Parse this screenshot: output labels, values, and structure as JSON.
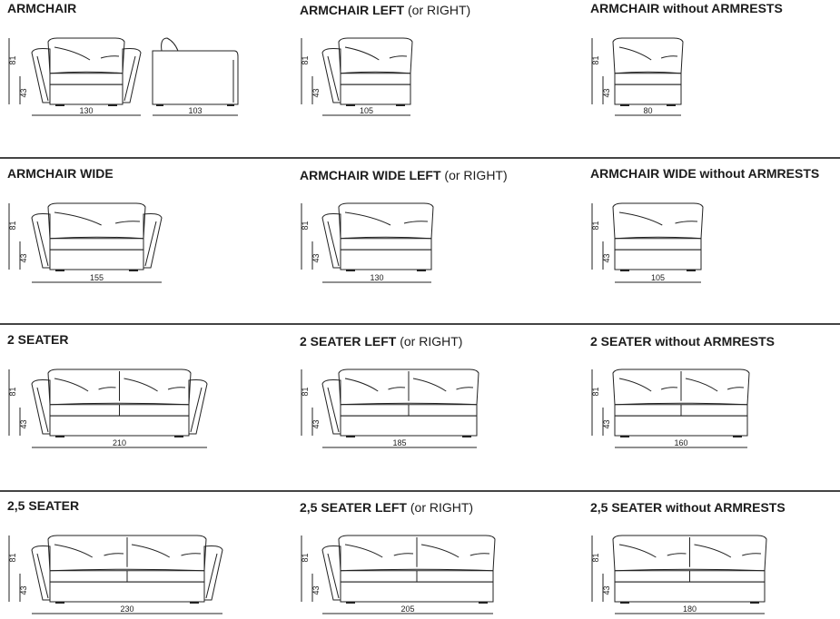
{
  "sections": [
    {
      "items": [
        {
          "title_bold": "ARMCHAIR",
          "title_extra": "",
          "height": "81",
          "seat": "43",
          "width": "130",
          "depth": "103"
        },
        {
          "title_bold": "ARMCHAIR LEFT",
          "title_extra": " (or RIGHT)",
          "height": "81",
          "seat": "43",
          "width": "105"
        },
        {
          "title_bold": "ARMCHAIR without ARMRESTS",
          "title_extra": "",
          "height": "81",
          "seat": "43",
          "width": "80"
        }
      ]
    },
    {
      "items": [
        {
          "title_bold": "ARMCHAIR WIDE",
          "title_extra": "",
          "height": "81",
          "seat": "43",
          "width": "155"
        },
        {
          "title_bold": "ARMCHAIR WIDE LEFT",
          "title_extra": " (or RIGHT)",
          "height": "81",
          "seat": "43",
          "width": "130"
        },
        {
          "title_bold": "ARMCHAIR WIDE without ARMRESTS",
          "title_extra": "",
          "height": "81",
          "seat": "43",
          "width": "105"
        }
      ]
    },
    {
      "items": [
        {
          "title_bold": "2 SEATER",
          "title_extra": "",
          "height": "81",
          "seat": "43",
          "width": "210"
        },
        {
          "title_bold": "2 SEATER LEFT",
          "title_extra": " (or RIGHT)",
          "height": "81",
          "seat": "43",
          "width": "185"
        },
        {
          "title_bold": "2 SEATER without ARMRESTS",
          "title_extra": "",
          "height": "81",
          "seat": "43",
          "width": "160"
        }
      ]
    },
    {
      "items": [
        {
          "title_bold": "2,5 SEATER",
          "title_extra": "",
          "height": "81",
          "seat": "43",
          "width": "230"
        },
        {
          "title_bold": "2,5 SEATER LEFT",
          "title_extra": " (or RIGHT)",
          "height": "81",
          "seat": "43",
          "width": "205"
        },
        {
          "title_bold": "2,5 SEATER without ARMRESTS",
          "title_extra": "",
          "height": "81",
          "seat": "43",
          "width": "180"
        }
      ]
    }
  ]
}
